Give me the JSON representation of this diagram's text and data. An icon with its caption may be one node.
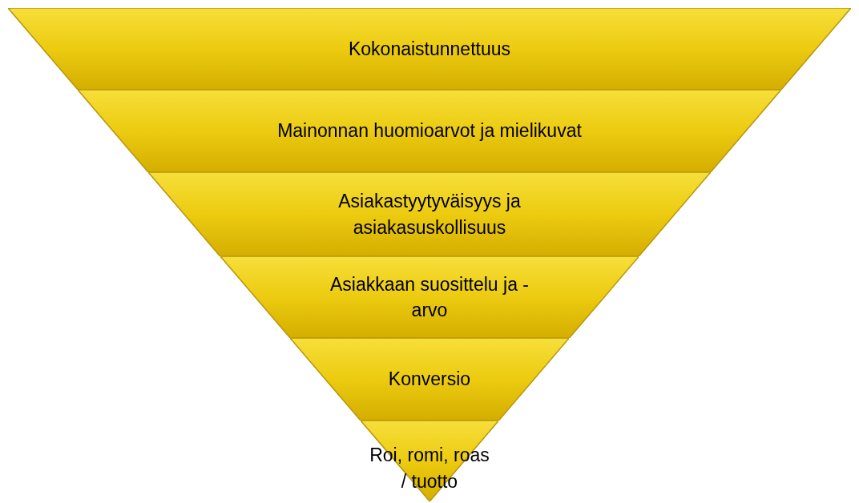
{
  "diagram": {
    "nodes": [
      {
        "text": [
          "Kokonaistunnettuus"
        ]
      },
      {
        "text": [
          "Mainonnan huomioarvot ja mielikuvat"
        ]
      },
      {
        "text": [
          "Asiakastyytyväisyys ja asiakasuskollisuus"
        ]
      },
      {
        "text": [
          "Asiakkaan suosittelu ja - arvo"
        ]
      },
      {
        "text": [
          "Konversio"
        ]
      },
      {
        "text": [
          "Roi, romi, roas / tuotto"
        ]
      }
    ]
  }
}
